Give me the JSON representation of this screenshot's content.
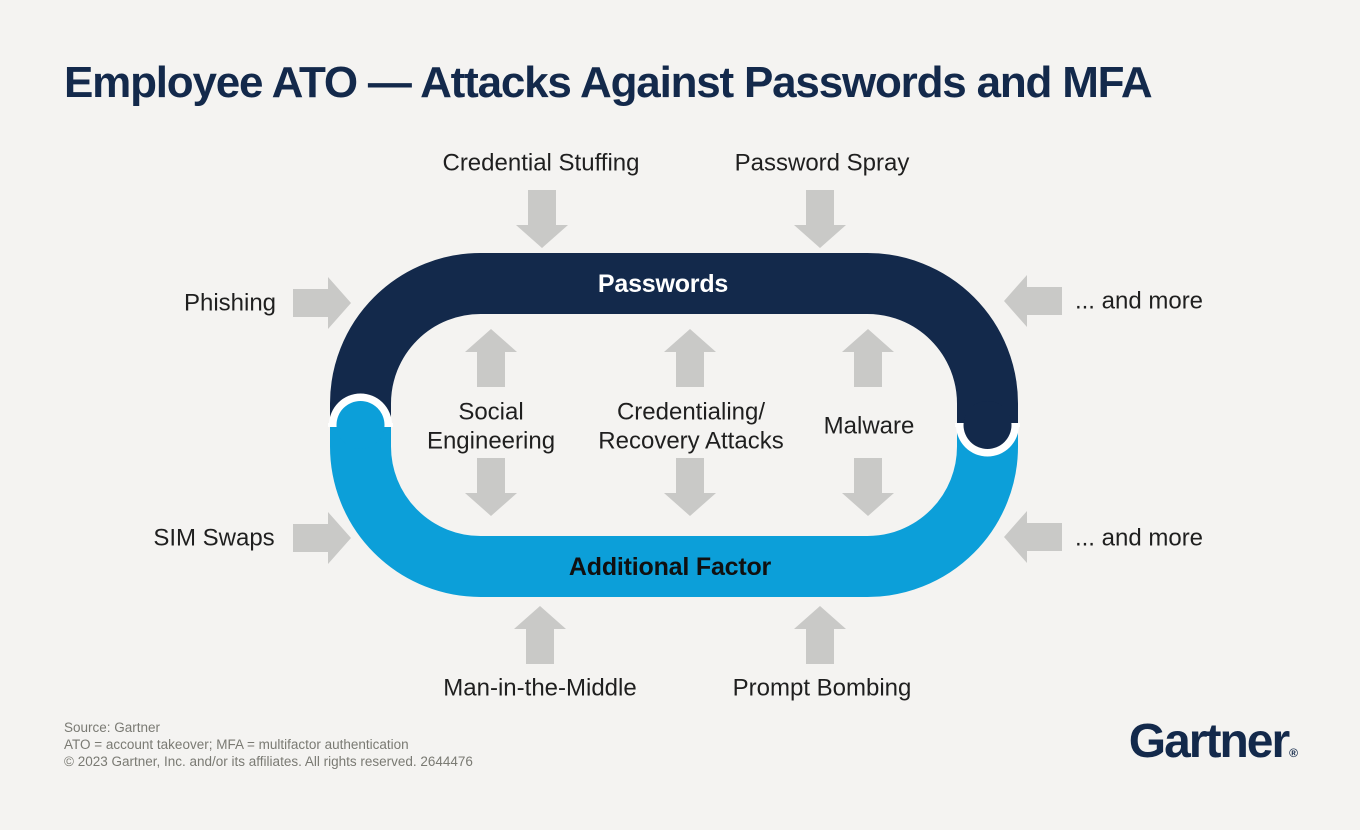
{
  "title": "Employee ATO — Attacks Against Passwords and MFA",
  "colors": {
    "navy": "#13294B",
    "light_blue": "#0C9FD9",
    "arrow_gray": "#C9C9C7",
    "background": "#F4F3F1",
    "text_dark": "#1F1F1F",
    "footer_gray": "#7A7A73",
    "white": "#FFFFFF"
  },
  "diagram": {
    "rings": {
      "top": "Passwords",
      "bottom": "Additional Factor"
    },
    "attacks_outside": {
      "credential_stuffing": "Credential Stuffing",
      "password_spray": "Password Spray",
      "phishing": "Phishing",
      "and_more_top": "... and more",
      "sim_swaps": "SIM Swaps",
      "and_more_bottom": "... and more",
      "man_in_the_middle": "Man-in-the-Middle",
      "prompt_bombing": "Prompt Bombing"
    },
    "attacks_inside": {
      "social_engineering": {
        "line1": "Social",
        "line2": "Engineering"
      },
      "credentialing_recovery": {
        "line1": "Credentialing/",
        "line2": "Recovery Attacks"
      },
      "malware": "Malware"
    }
  },
  "footer": {
    "source": "Source: Gartner",
    "note": "ATO = account takeover; MFA = multifactor authentication",
    "copyright": "© 2023 Gartner, Inc. and/or its affiliates. All rights reserved. 2644476"
  },
  "logo": {
    "text": "Gartner",
    "registered": "®"
  }
}
